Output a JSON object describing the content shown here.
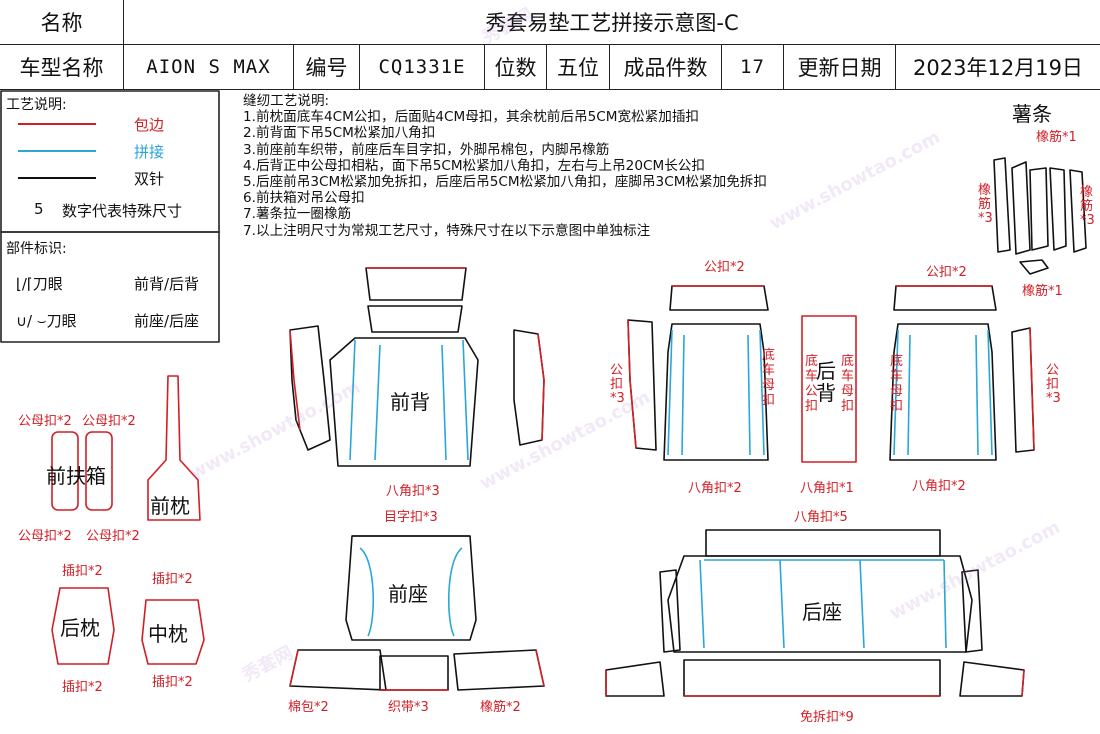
{
  "header": {
    "name_label": "名称",
    "title": "秀套易垫工艺拼接示意图-C"
  },
  "info_row": {
    "model_label": "车型名称",
    "model_value": "AION S MAX",
    "code_label": "编号",
    "code_value": "CQ1331E",
    "seat_label": "位数",
    "seat_value": "五位",
    "count_label": "成品件数",
    "count_value": "17",
    "date_label": "更新日期",
    "date_value": "2023年12月19日"
  },
  "legend": {
    "title": "工艺说明:",
    "items": [
      {
        "color": "#d21f26",
        "text": "包边"
      },
      {
        "color": "#2aa6d8",
        "text": "拼接"
      },
      {
        "color": "#111111",
        "text": "双针"
      }
    ],
    "number_symbol": "5",
    "number_text": "数字代表特殊尺寸"
  },
  "parts_legend": {
    "title": "部件标识:",
    "row1_symbol": "⌊/⌈刀眼",
    "row1_text": "前背/后背",
    "row2_symbol": "∪/ ⌣刀眼",
    "row2_text": "前座/后座"
  },
  "notes": {
    "title": "缝纫工艺说明:",
    "lines": [
      "1.前枕面底车4CM公扣，后面贴4CM母扣，其余枕前后吊5CM宽松紧加插扣",
      "2.前背面下吊5CM松紧加八角扣",
      "3.前座前车织带，前座后车目字扣，外脚吊棉包，内脚吊橡筋",
      "4.后背正中公母扣相粘，面下吊5CM松紧加八角扣，左右与上吊20CM长公扣",
      "5.后座前吊3CM松紧加免拆扣，后座后吊5CM松紧加八角扣，座脚吊3CM松紧加免拆扣",
      "6.前扶箱对吊公母扣",
      "7.薯条拉一圈橡筋",
      "7.以上注明尺寸为常规工艺尺寸，特殊尺寸在以下示意图中单独标注"
    ]
  },
  "parts": {
    "front_back": "前背",
    "rear_back": "后背",
    "front_seat": "前座",
    "rear_seat": "后座",
    "front_armrest": "前扶箱",
    "front_pillow": "前枕",
    "rear_pillow": "后枕",
    "middle_pillow": "中枕",
    "fries_strip": "薯条"
  },
  "annotations": {
    "elastic_1_top": "橡筋*1",
    "elastic_3": "橡筋*3",
    "elastic_3_right": "橡筋*3",
    "elastic_1_bottom": "橡筋*1",
    "male_2_left": "公扣*2",
    "male_2_right": "公扣*2",
    "male_3_left": "公扣*3",
    "male_3_right": "公扣*3",
    "bottom_female_left": "底车母扣",
    "bottom_male_center_left": "底车公扣",
    "bottom_female_center_right": "底车母扣",
    "bottom_female_right": "底车母扣",
    "octagon_3": "八角扣*3",
    "octagon_2_left": "八角扣*2",
    "octagon_1": "八角扣*1",
    "octagon_2_right": "八角扣*2",
    "octagon_5": "八角扣*5",
    "mesh_3": "目字扣*3",
    "mf_tl": "公母扣*2",
    "mf_tr": "公母扣*2",
    "mf_bl": "公母扣*2",
    "mf_br": "公母扣*2",
    "insert_2_rp_top": "插扣*2",
    "insert_2_mp_top": "插扣*2",
    "insert_2_rp_bottom": "插扣*2",
    "insert_2_mp_bottom": "插扣*2",
    "cotton_2": "棉包*2",
    "webbing_3": "织带*3",
    "elastic_2": "橡筋*2",
    "quick_9": "免拆扣*9"
  },
  "watermark": {
    "text_cn": "秀套网",
    "text_url": "www.showtao.com"
  },
  "colors": {
    "binding": "#d21f26",
    "splice": "#2aa6d8",
    "double_needle": "#111111"
  }
}
